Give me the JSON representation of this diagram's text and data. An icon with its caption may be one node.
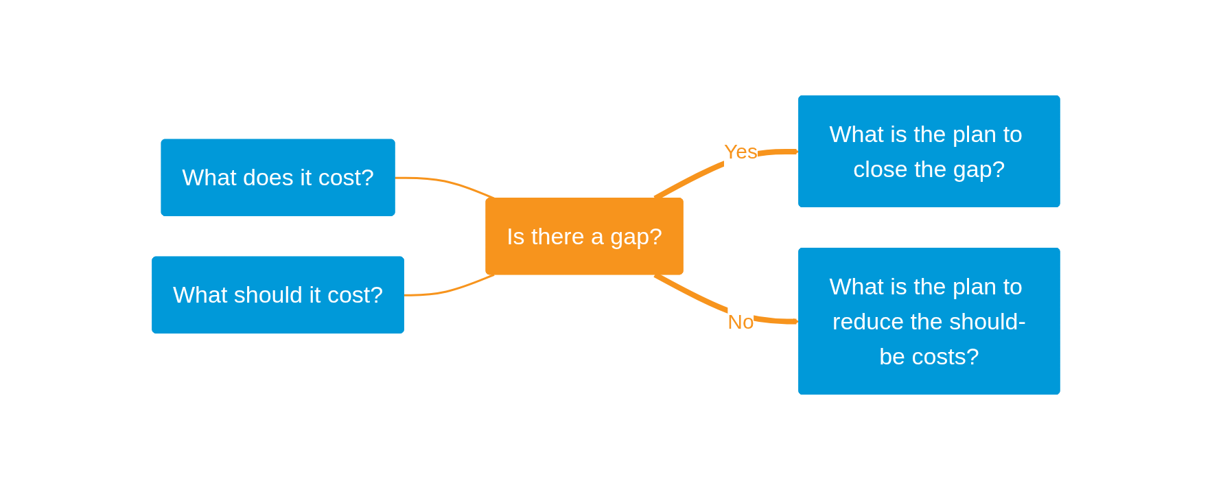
{
  "diagram": {
    "nodes": [
      {
        "text": [
          "What does it cost?"
        ]
      },
      {
        "text": [
          "What should it cost?"
        ]
      },
      {
        "text": [
          "Is there a gap?"
        ]
      },
      {
        "text": [
          "What is the plan to close the gap?"
        ]
      },
      {
        "text": [
          "What is the plan to reduce the should-be costs?"
        ]
      }
    ],
    "edges": [
      {
        "from": 0,
        "to": 2,
        "arrow": "none",
        "color": "#f7941d"
      },
      {
        "from": 1,
        "to": 2,
        "arrow": "none",
        "color": "#f7941d"
      },
      {
        "from": 2,
        "to": 3,
        "arrow": "to",
        "label": "Yes",
        "style": "thick",
        "color": "#f7941d"
      },
      {
        "from": 2,
        "to": 4,
        "arrow": "to",
        "label": "No",
        "style": "thick",
        "color": "#f7941d"
      }
    ]
  }
}
